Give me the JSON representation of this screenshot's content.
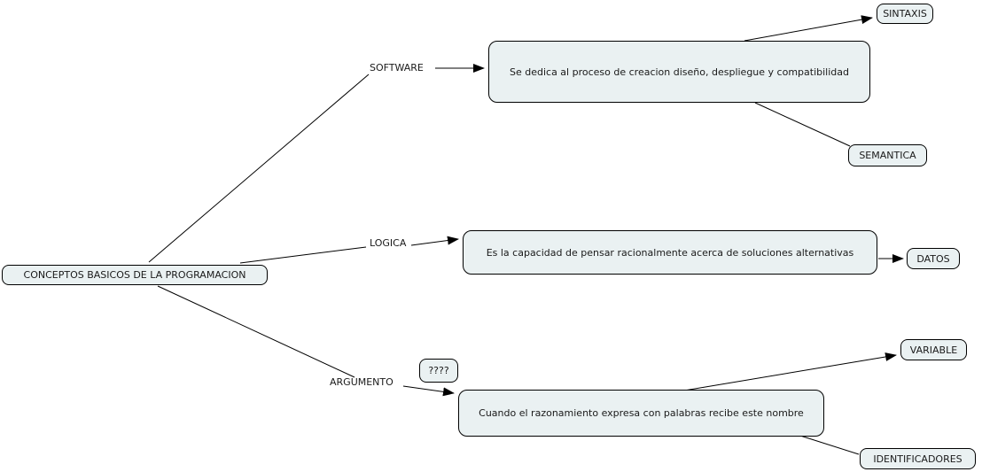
{
  "map": {
    "root": "CONCEPTOS BASICOS DE LA PROGRAMACION",
    "software": {
      "label": "SOFTWARE",
      "description": "Se dedica al proceso de creacion diseño, despliegue y compatibilidad",
      "children": {
        "sintaxis": "SINTAXIS",
        "semantica": "SEMANTICA"
      }
    },
    "logica": {
      "label": "LOGICA",
      "description": "Es la capacidad de pensar racionalmente acerca de soluciones alternativas",
      "children": {
        "datos": "DATOS"
      }
    },
    "argumento": {
      "label": "ARGUMENTO",
      "placeholder_node": "????",
      "description": "Cuando el razonamiento expresa con palabras recibe este nombre",
      "children": {
        "variable": "VARIABLE",
        "identificadores": "IDENTIFICADORES"
      }
    },
    "colors": {
      "node_fill": "#eaf1f2",
      "node_border": "#000000",
      "text": "#1a1a1a",
      "background": "#ffffff"
    }
  }
}
